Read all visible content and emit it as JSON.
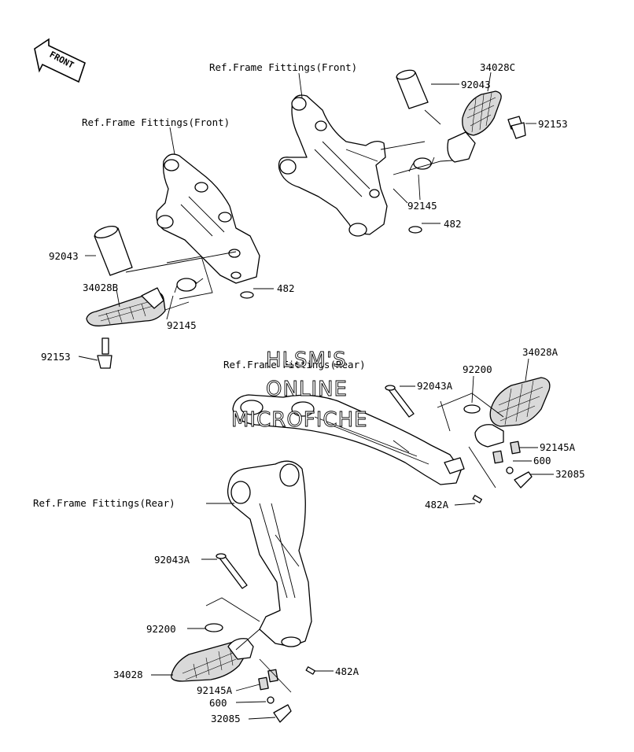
{
  "front_badge": "FRONT",
  "watermark": [
    "HLSM'S",
    "ONLINE",
    "MICROFICHE"
  ],
  "labels": {
    "ref_front_left": "Ref.Frame Fittings(Front)",
    "ref_front_right": "Ref.Frame Fittings(Front)",
    "ref_rear_upper": "Ref.Frame Fittings(Rear)",
    "ref_rear_lower": "Ref.Frame Fittings(Rear)",
    "p92043_left": "92043",
    "p92043_right": "92043",
    "p34028C": "34028C",
    "p92153_right": "92153",
    "p92145_right": "92145",
    "p482_right": "482",
    "p482_left": "482",
    "p34028B": "34028B",
    "p92145_left": "92145",
    "p92153_left": "92153",
    "p34028A": "34028A",
    "p92200_upper": "92200",
    "p92043A_upper": "92043A",
    "p92145A_upper": "92145A",
    "p600_upper": "600",
    "p32085_upper": "32085",
    "p482A_upper": "482A",
    "p92043A_lower": "92043A",
    "p92200_lower": "92200",
    "p34028": "34028",
    "p92145A_lower": "92145A",
    "p600_lower": "600",
    "p32085_lower": "32085",
    "p482A_lower": "482A"
  }
}
